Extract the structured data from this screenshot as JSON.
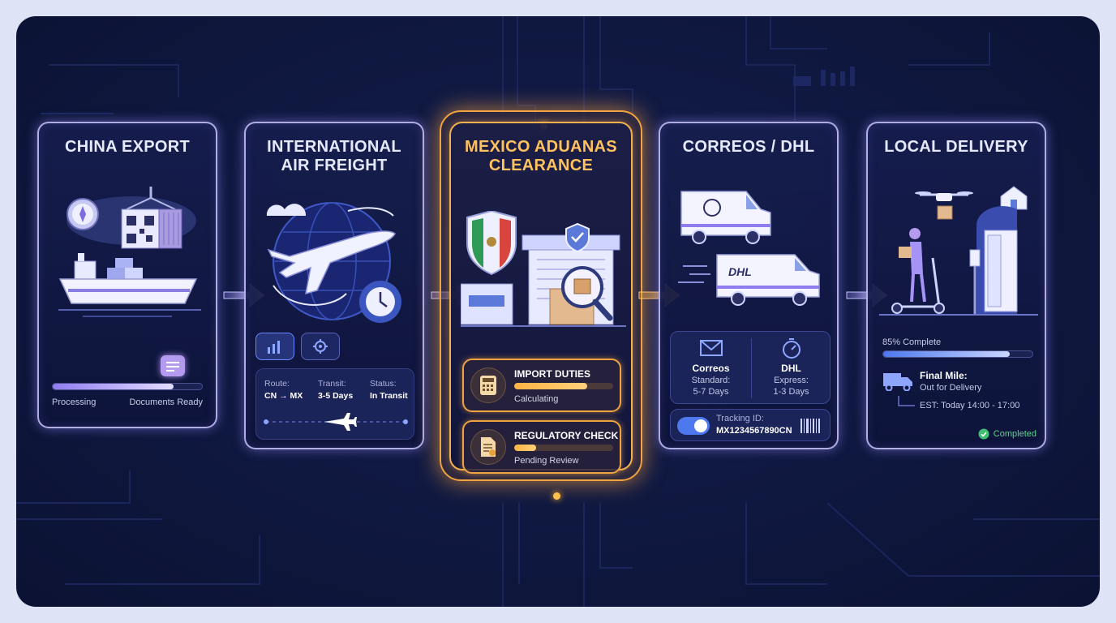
{
  "cards": [
    {
      "title": "CHINA EXPORT",
      "progress": 0.81,
      "left_label": "Processing",
      "right_label": "Documents Ready"
    },
    {
      "title": "INTERNATIONAL\nAIR FREIGHT",
      "buttons": [
        "chart-icon",
        "gear-icon"
      ],
      "route_label": "Route:",
      "route_value": "CN → MX",
      "transit_label": "Transit:",
      "transit_value": "3-5 Days",
      "status_label": "Status:",
      "status_value": "In Transit"
    },
    {
      "title": "MEXICO ADUANAS\nCLEARANCE",
      "checks": [
        {
          "title": "IMPORT DUTIES",
          "status": "Calculating",
          "progress": 0.74,
          "icon": "calculator-icon"
        },
        {
          "title": "REGULATORY CHECK",
          "status": "Pending Review",
          "progress": 0.22,
          "icon": "document-icon"
        }
      ]
    },
    {
      "title": "CORREOS / DHL",
      "carriers": [
        {
          "name": "Correos",
          "line1": "Standard:",
          "line2": "5-7 Days",
          "icon": "envelope-icon"
        },
        {
          "name": "DHL",
          "line1": "Express:",
          "line2": "1-3 Days",
          "icon": "stopwatch-icon"
        }
      ],
      "van_brand": "DHL",
      "tracking_label": "Tracking ID:",
      "tracking_id": "MX1234567890CN"
    },
    {
      "title": "LOCAL DELIVERY",
      "progress_text": "85% Complete",
      "progress": 0.85,
      "final_mile_label": "Final Mile:",
      "final_mile_status": "Out for Delivery",
      "est": "EST: Today 14:00 - 17:00",
      "completed": "Completed"
    }
  ],
  "colors": {
    "panel": "#101942",
    "card_border": "#cdc8ff",
    "accent_orange": "#f0a441",
    "accent_purple": "#a593f5",
    "accent_blue": "#4d78ee",
    "success": "#5fd08b"
  }
}
